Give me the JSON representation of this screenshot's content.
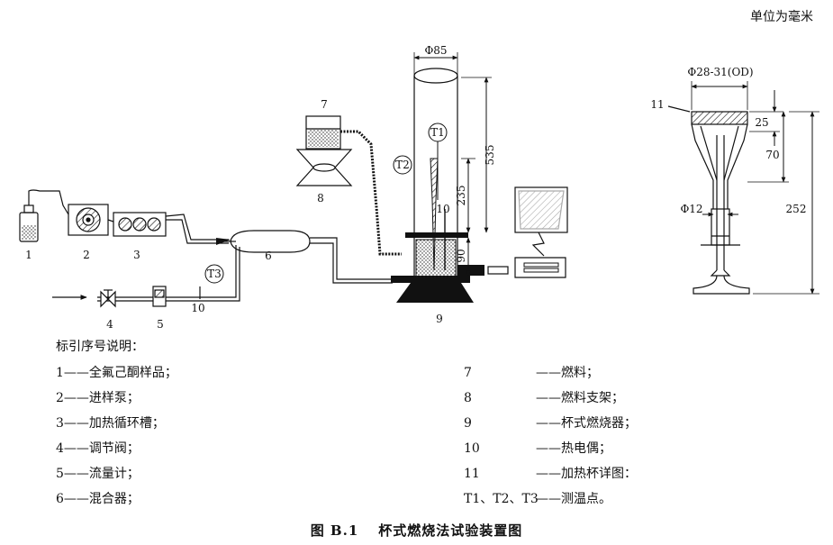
{
  "unit_note": "单位为毫米",
  "labels": {
    "n1": "1",
    "n2": "2",
    "n3": "3",
    "n4": "4",
    "n5": "5",
    "n6": "6",
    "n7": "7",
    "n8": "8",
    "n9": "9",
    "n10": "10",
    "n11": "11",
    "n10b": "10",
    "t1": "T1",
    "t2": "T2",
    "t3": "T3"
  },
  "dimensions": {
    "phi85": "Φ85",
    "d535": "535",
    "d235": "235",
    "d90": "90",
    "od": "Φ28-31(OD)",
    "d25": "25",
    "d70": "70",
    "d252": "252",
    "phi12": "Φ12"
  },
  "legend": {
    "title": "标引序号说明：",
    "left": [
      "1——全氟己酮样品；",
      "2——进样泵；",
      "3——加热循环槽；",
      "4——调节阀；",
      "5——流量计；",
      "6——混合器；"
    ],
    "right": [
      {
        "num": "7",
        "text": "——燃料；"
      },
      {
        "num": "8",
        "text": "——燃料支架；"
      },
      {
        "num": "9",
        "text": "——杯式燃烧器；"
      },
      {
        "num": "10",
        "text": "——热电偶；"
      },
      {
        "num": "11",
        "text": "——加热杯详图："
      },
      {
        "num": "T1、T2、T3",
        "text": "——测温点。"
      }
    ]
  },
  "caption": {
    "fig": "图 B.1",
    "title": "杯式燃烧法试验装置图"
  }
}
